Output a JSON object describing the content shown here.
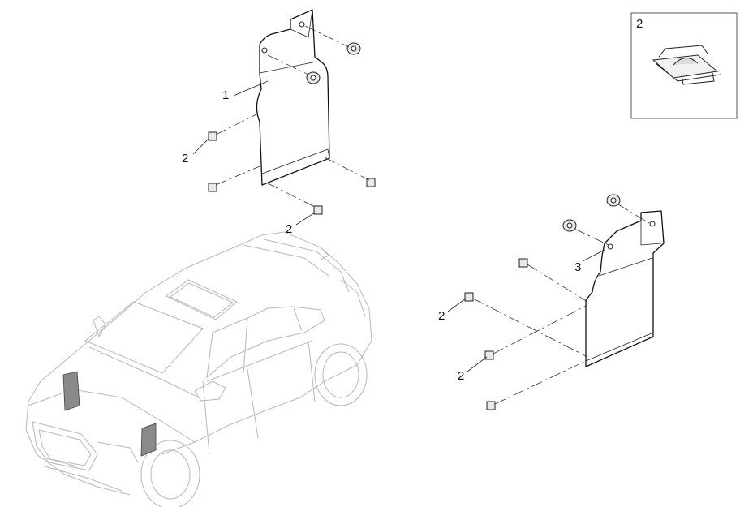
{
  "callouts": {
    "c1": "1",
    "c2a": "2",
    "c2b": "2",
    "c2c": "2",
    "c2d": "2",
    "c3": "3",
    "inset_label": "2"
  },
  "colors": {
    "line": "#111111",
    "vehicle_outline": "#b8b8b8",
    "part_highlight": "#777777"
  },
  "icons": [
    "panel-bracket",
    "clip-nut",
    "flange-nut",
    "vehicle-suv"
  ]
}
